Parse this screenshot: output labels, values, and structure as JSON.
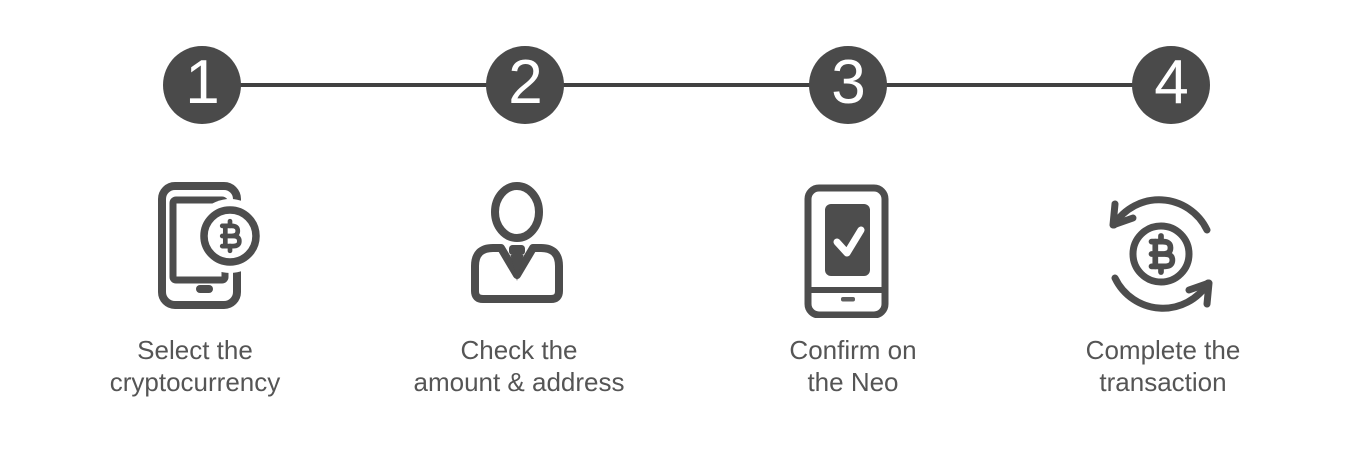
{
  "diagram": {
    "type": "horizontal-stepper",
    "colors": {
      "background": "#ffffff",
      "circle_fill": "#4a4a4a",
      "number": "#ffffff",
      "connector": "#414141",
      "icon_stroke": "#4d4d4d",
      "label_text": "#555555"
    },
    "steps": [
      {
        "number": "1",
        "icon": "smartphone-bitcoin-icon",
        "label_line1": "Select the",
        "label_line2": "cryptocurrency"
      },
      {
        "number": "2",
        "icon": "businessman-icon",
        "label_line1": "Check the",
        "label_line2": "amount & address"
      },
      {
        "number": "3",
        "icon": "device-checkmark-icon",
        "label_line1": "Confirm on",
        "label_line2": "the Neo"
      },
      {
        "number": "4",
        "icon": "bitcoin-refresh-arrows-icon",
        "label_line1": "Complete the",
        "label_line2": "transaction"
      }
    ]
  }
}
